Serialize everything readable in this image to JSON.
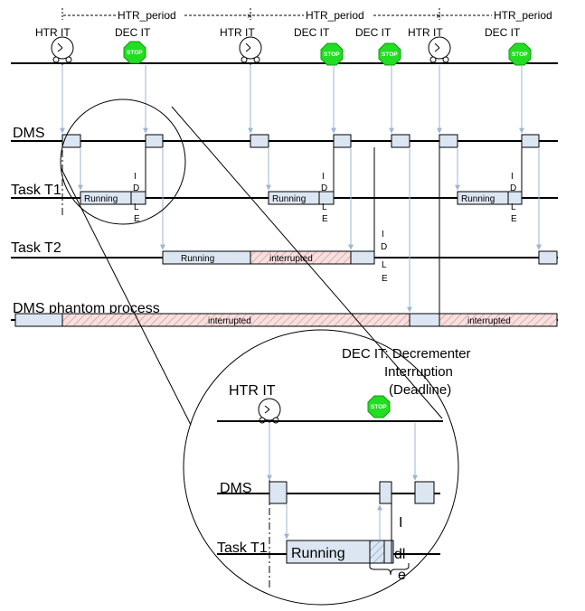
{
  "period_label": "HTR_period",
  "interrupts": {
    "htr": "HTR IT",
    "dec": "DEC IT",
    "stop_sign": "STOP"
  },
  "rows": {
    "dms": "DMS",
    "task1": "Task T1",
    "task2": "Task T2",
    "phantom": "DMS phantom process"
  },
  "states": {
    "running": "Running",
    "interrupted": "interrupted",
    "idle": "IDLE"
  },
  "legend": {
    "line1": "DEC IT: Decrementer",
    "line2": "Interruption",
    "line3": "(Deadline)"
  },
  "zoom": {
    "htr": "HTR IT",
    "dms": "DMS",
    "task1": "Task T1",
    "running": "Running",
    "idle_1": "I",
    "idle_2": "dl",
    "idle_3": "e"
  },
  "colors": {
    "box_fill": "#dce6f2",
    "hatch": "#e3a8a8",
    "arrow": "#b8cce4",
    "stop_green": "#22dd22"
  }
}
